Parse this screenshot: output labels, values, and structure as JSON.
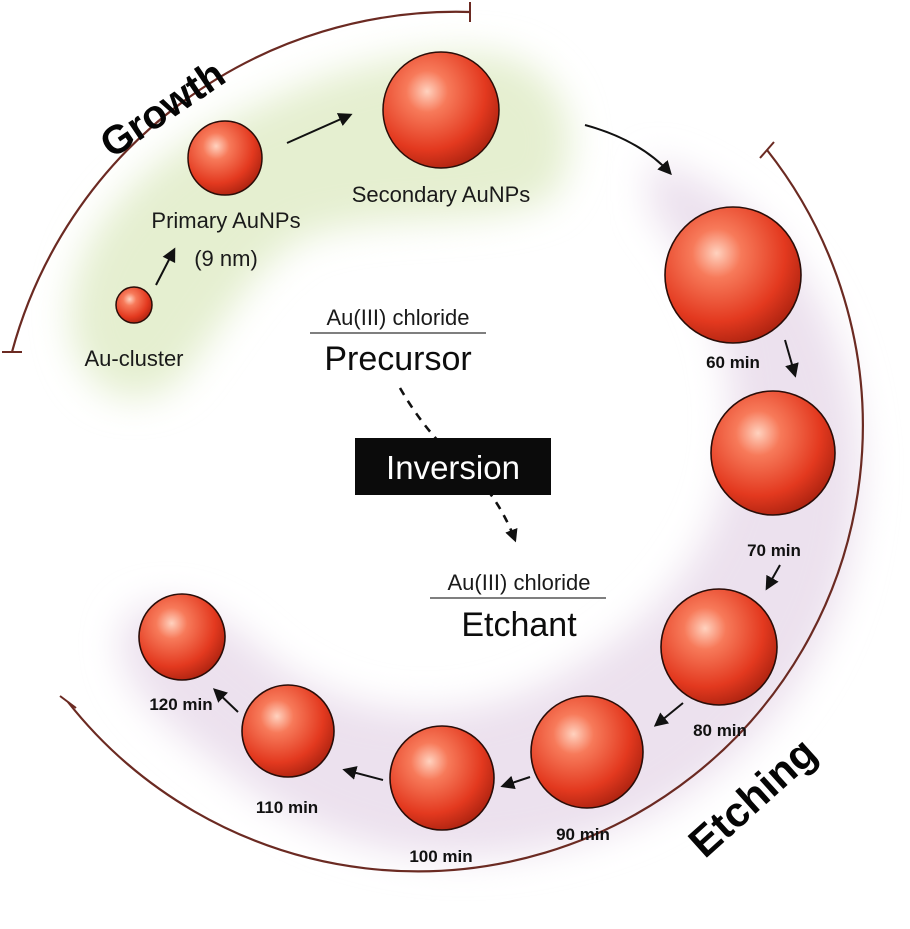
{
  "phases": {
    "growth": "Growth",
    "etching": "Etching"
  },
  "growth_stage": {
    "cluster_label": "Au-cluster",
    "primary_label": "Primary AuNPs",
    "primary_size": "(9 nm)",
    "secondary_label": "Secondary AuNPs"
  },
  "center": {
    "precursor_caption": "Au(III) chloride",
    "precursor_title": "Precursor",
    "inversion_label": "Inversion",
    "etchant_caption": "Au(III) chloride",
    "etchant_title": "Etchant"
  },
  "etching_stage": {
    "times": [
      "60 min",
      "70 min",
      "80 min",
      "90 min",
      "100 min",
      "110 min",
      "120 min"
    ]
  },
  "colors": {
    "particle": "#e8442c",
    "particle_highlight": "#ffb39a",
    "arc": "#6b2a22",
    "growth_glow": "#e4efcf",
    "etching_glow": "#ece0ee",
    "inversion_bg": "#0b0b0b"
  }
}
